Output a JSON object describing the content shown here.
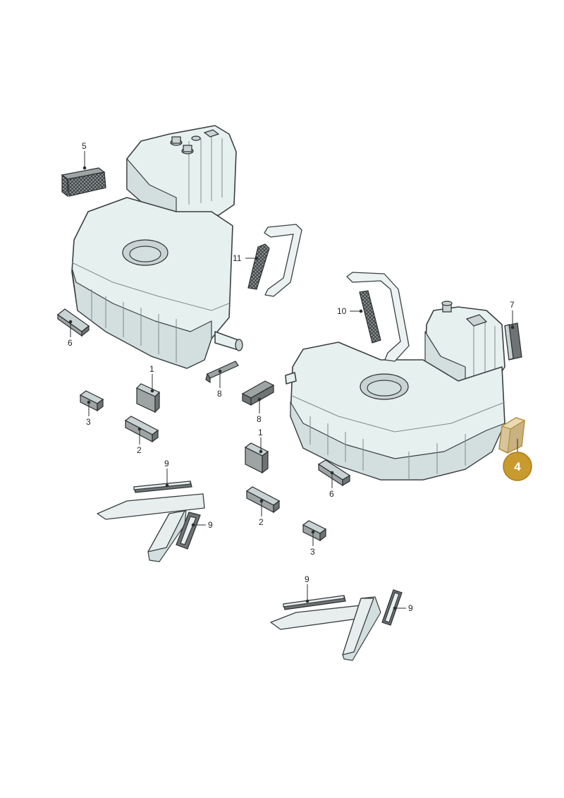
{
  "callouts": {
    "c1a": "1",
    "c1b": "1",
    "c2a": "2",
    "c2b": "2",
    "c3a": "3",
    "c3b": "3",
    "c4": "4",
    "c5": "5",
    "c6a": "6",
    "c6b": "6",
    "c7": "7",
    "c8a": "8",
    "c8b": "8",
    "c9a": "9",
    "c9b": "9",
    "c9c": "9",
    "c9d": "9",
    "c10": "10",
    "c11": "11"
  },
  "colors": {
    "tank": "#e6f0ef",
    "outline": "#3a3f42",
    "highlight": "#c99a2e"
  }
}
